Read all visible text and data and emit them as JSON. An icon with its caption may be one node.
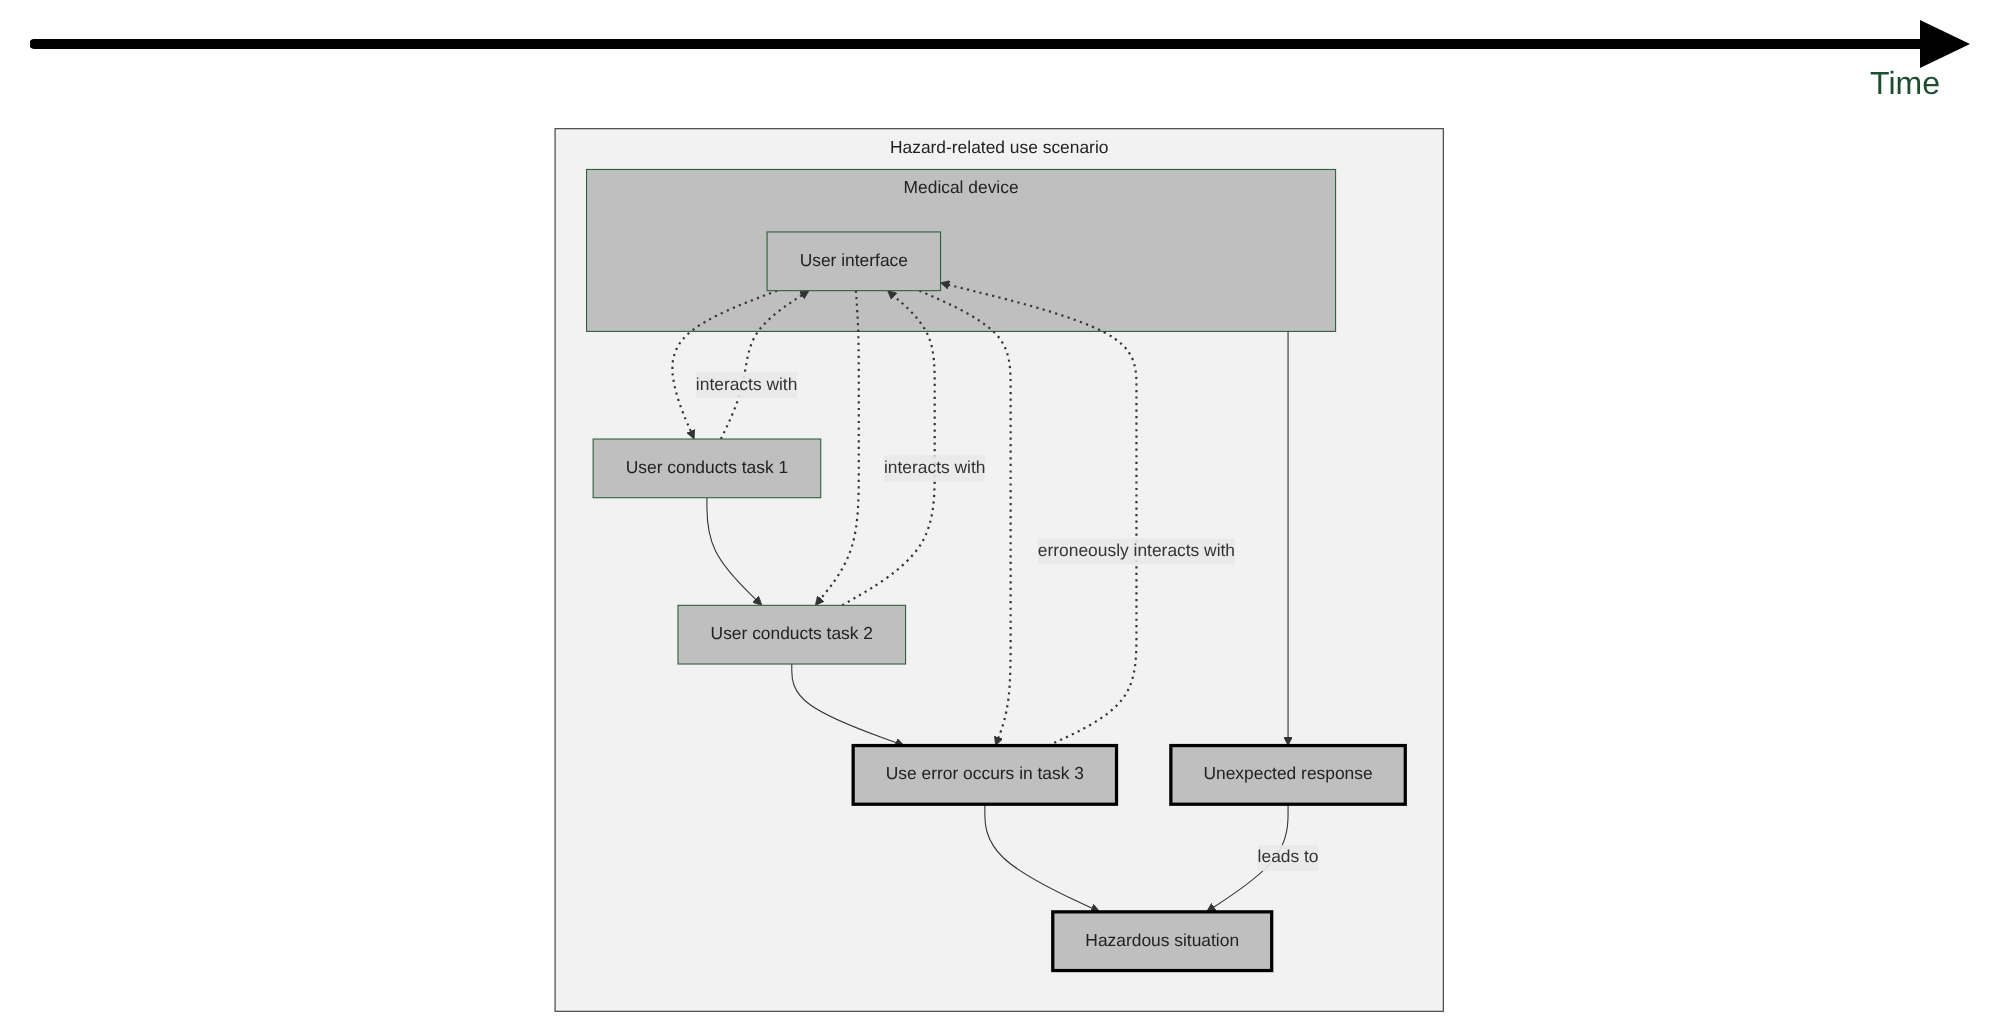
{
  "diagram": {
    "nodes": [
      {
        "text": [
          "Hazard-related use scenario"
        ]
      },
      {
        "text": [
          "User conducts task 1"
        ],
        "in": 0
      },
      {
        "text": [
          "User conducts task 2"
        ],
        "in": 0
      },
      {
        "text": [
          "Use error occurs in task 3"
        ],
        "in": 0
      },
      {
        "text": [
          "Hazardous situation"
        ],
        "in": 0
      },
      {
        "text": [
          "Medical device"
        ],
        "in": 0
      },
      {
        "text": [
          "User interface"
        ],
        "in": 5
      },
      {
        "text": [
          "Unexpected response"
        ],
        "in": 0
      }
    ],
    "edges": [
      {
        "from": 1,
        "to": 2,
        "arrow": "to"
      },
      {
        "from": 2,
        "to": 3,
        "arrow": "to"
      },
      {
        "from": 3,
        "to": 4,
        "arrow": "to"
      },
      {
        "from": 1,
        "to": 6,
        "arrow": "to",
        "style": "dashed",
        "label": "interacts with"
      },
      {
        "from": 6,
        "to": 1,
        "arrow": "to",
        "style": "dashed"
      },
      {
        "from": 2,
        "to": 6,
        "arrow": "to",
        "style": "dashed",
        "label": "interacts with"
      },
      {
        "from": 6,
        "to": 2,
        "arrow": "to",
        "style": "dashed"
      },
      {
        "from": 3,
        "to": 6,
        "arrow": "to",
        "style": "dashed",
        "label": "erroneously interacts with"
      },
      {
        "from": 6,
        "to": 3,
        "arrow": "to",
        "style": "dashed"
      },
      {
        "from": 5,
        "to": 7,
        "arrow": "to"
      },
      {
        "from": 7,
        "to": 4,
        "arrow": "to",
        "label": "leads to"
      }
    ],
    "labels": [
      "Time"
    ]
  }
}
